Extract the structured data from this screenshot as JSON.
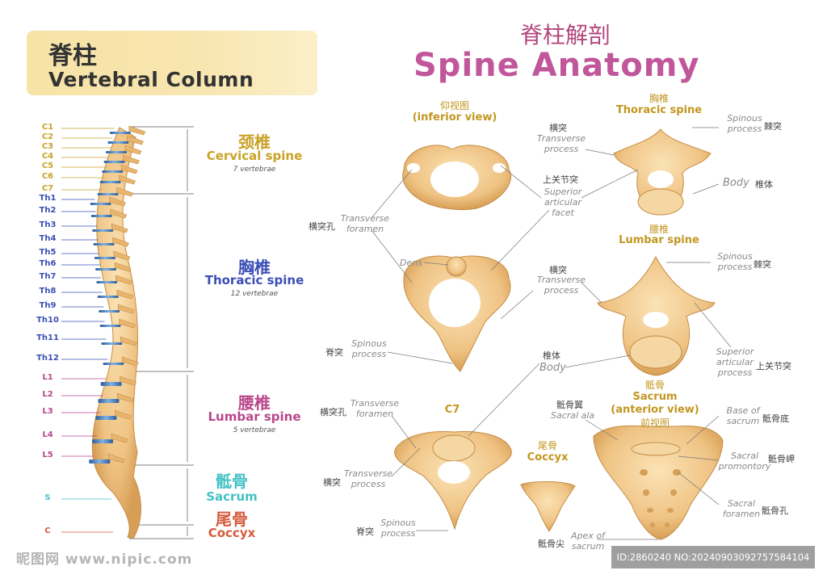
{
  "header": {
    "title_cn": "脊柱",
    "title_en": "Vertebral Column",
    "main_cn": "脊柱解剖",
    "main_en": "Spine Anatomy"
  },
  "vertebra_labels": {
    "cervical": [
      "C1",
      "C2",
      "C3",
      "C4",
      "C5",
      "C6",
      "C7"
    ],
    "thoracic": [
      "Th1",
      "Th2",
      "Th3",
      "Th4",
      "Th5",
      "Th6",
      "Th7",
      "Th8",
      "Th9",
      "Th10",
      "Th11",
      "Th12"
    ],
    "lumbar": [
      "L1",
      "L2",
      "L3",
      "L4",
      "L5"
    ],
    "sacrum": "S",
    "coccyx": "C"
  },
  "regions": {
    "cervical": {
      "cn": "颈椎",
      "en": "Cervical spine",
      "sub": "7 vertebrae",
      "color": "#c9a227"
    },
    "thoracic": {
      "cn": "胸椎",
      "en": "Thoracic spine",
      "sub": "12 vertebrae",
      "color": "#3b4fb5"
    },
    "lumbar": {
      "cn": "腰椎",
      "en": "Lumbar spine",
      "sub": "5 vertebrae",
      "color": "#b8478a"
    },
    "sacrum": {
      "cn": "骶骨",
      "en": "Sacrum",
      "color": "#45c1c6"
    },
    "coccyx": {
      "cn": "尾骨",
      "en": "Coccyx",
      "color": "#d65a3c"
    }
  },
  "inferior": {
    "cn": "仰视图",
    "en": "(inferior view)"
  },
  "thoracic_view": {
    "cn": "胸椎",
    "en": "Thoracic spine"
  },
  "lumbar_view": {
    "cn": "腰椎",
    "en": "Lumbar spine"
  },
  "c7": "C7",
  "coccyx_view": {
    "cn": "尾骨",
    "en": "Coccyx"
  },
  "sacrum_view": {
    "cn": "骶骨",
    "en": "Sacrum",
    "en2": "(anterior view)",
    "cn2": "前视图"
  },
  "labels": {
    "transverse_process_en": "Transverse process",
    "transverse_process_cn": "横突",
    "superior_articular_facet_en": "Superior articular facet",
    "superior_articular_facet_cn": "上关节突",
    "transverse_foramen_en": "Transverse foramen",
    "transverse_foramen_cn": "横突孔",
    "dens_en": "Dens",
    "spinous_process_en": "Spinous process",
    "spinous_process_cn": "棘突",
    "spinous_process_cn2": "脊突",
    "body_en": "Body",
    "body_cn": "椎体",
    "superior_articular_process_en": "Superior articular process",
    "sacral_ala_en": "Sacral ala",
    "sacral_ala_cn": "骶骨翼",
    "base_sacrum_en": "Base of sacrum",
    "base_sacrum_cn": "骶骨底",
    "sacral_promontory_en": "Sacral promontory",
    "sacral_promontory_cn": "骶骨岬",
    "sacral_foramen_en": "Sacral foramen",
    "sacral_foramen_cn": "骶骨孔",
    "apex_sacrum_en": "Apex of sacrum",
    "apex_sacrum_cn": "骶骨尖"
  },
  "footer": {
    "watermark": "昵图网 www.nipic.com",
    "id": "ID:2860240 NO:20240903092757584104"
  },
  "colors": {
    "bone": "#f0c98a",
    "bone_dark": "#d9a25c",
    "disc": "#5b8ec6"
  }
}
